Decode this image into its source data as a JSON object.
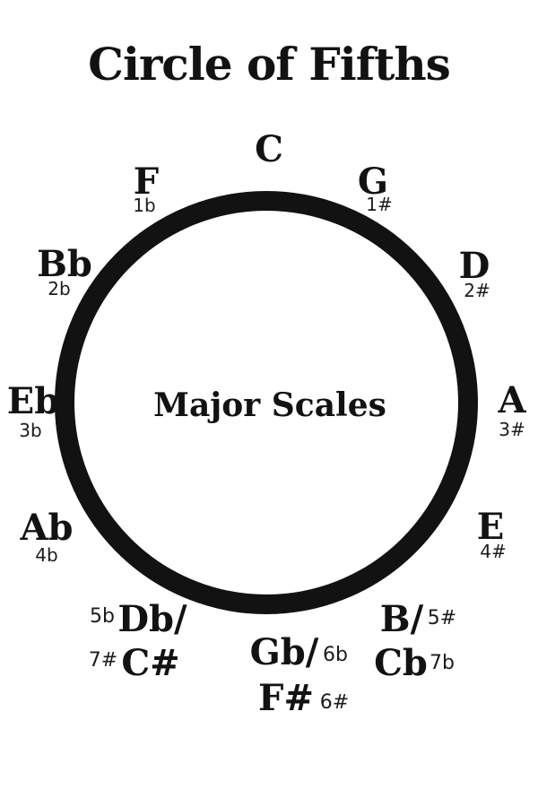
{
  "title": "Circle of Fifths",
  "center_label": "Major Scales",
  "colors": {
    "ink": "#121212",
    "background": "#ffffff"
  },
  "notes": {
    "c": {
      "label": "C"
    },
    "g": {
      "label": "G",
      "accidentals": "1#"
    },
    "d": {
      "label": "D",
      "accidentals": "2#"
    },
    "a": {
      "label": "A",
      "accidentals": "3#"
    },
    "e": {
      "label": "E",
      "accidentals": "4#"
    },
    "b_cb": {
      "line1": "B/",
      "acc1": "5#",
      "line2": "Cb",
      "acc2": "7b"
    },
    "gb_fs": {
      "line1": "Gb/",
      "acc1": "6b",
      "line2": "F#",
      "acc2": "6#"
    },
    "db_cs": {
      "line1": "Db/",
      "acc1": "5b",
      "line2": "C#",
      "acc2": "7#"
    },
    "ab": {
      "label": "Ab",
      "accidentals": "4b"
    },
    "eb": {
      "label": "Eb",
      "accidentals": "3b"
    },
    "bb": {
      "label": "Bb",
      "accidentals": "2b"
    },
    "f": {
      "label": "F",
      "accidentals": "1b"
    }
  }
}
